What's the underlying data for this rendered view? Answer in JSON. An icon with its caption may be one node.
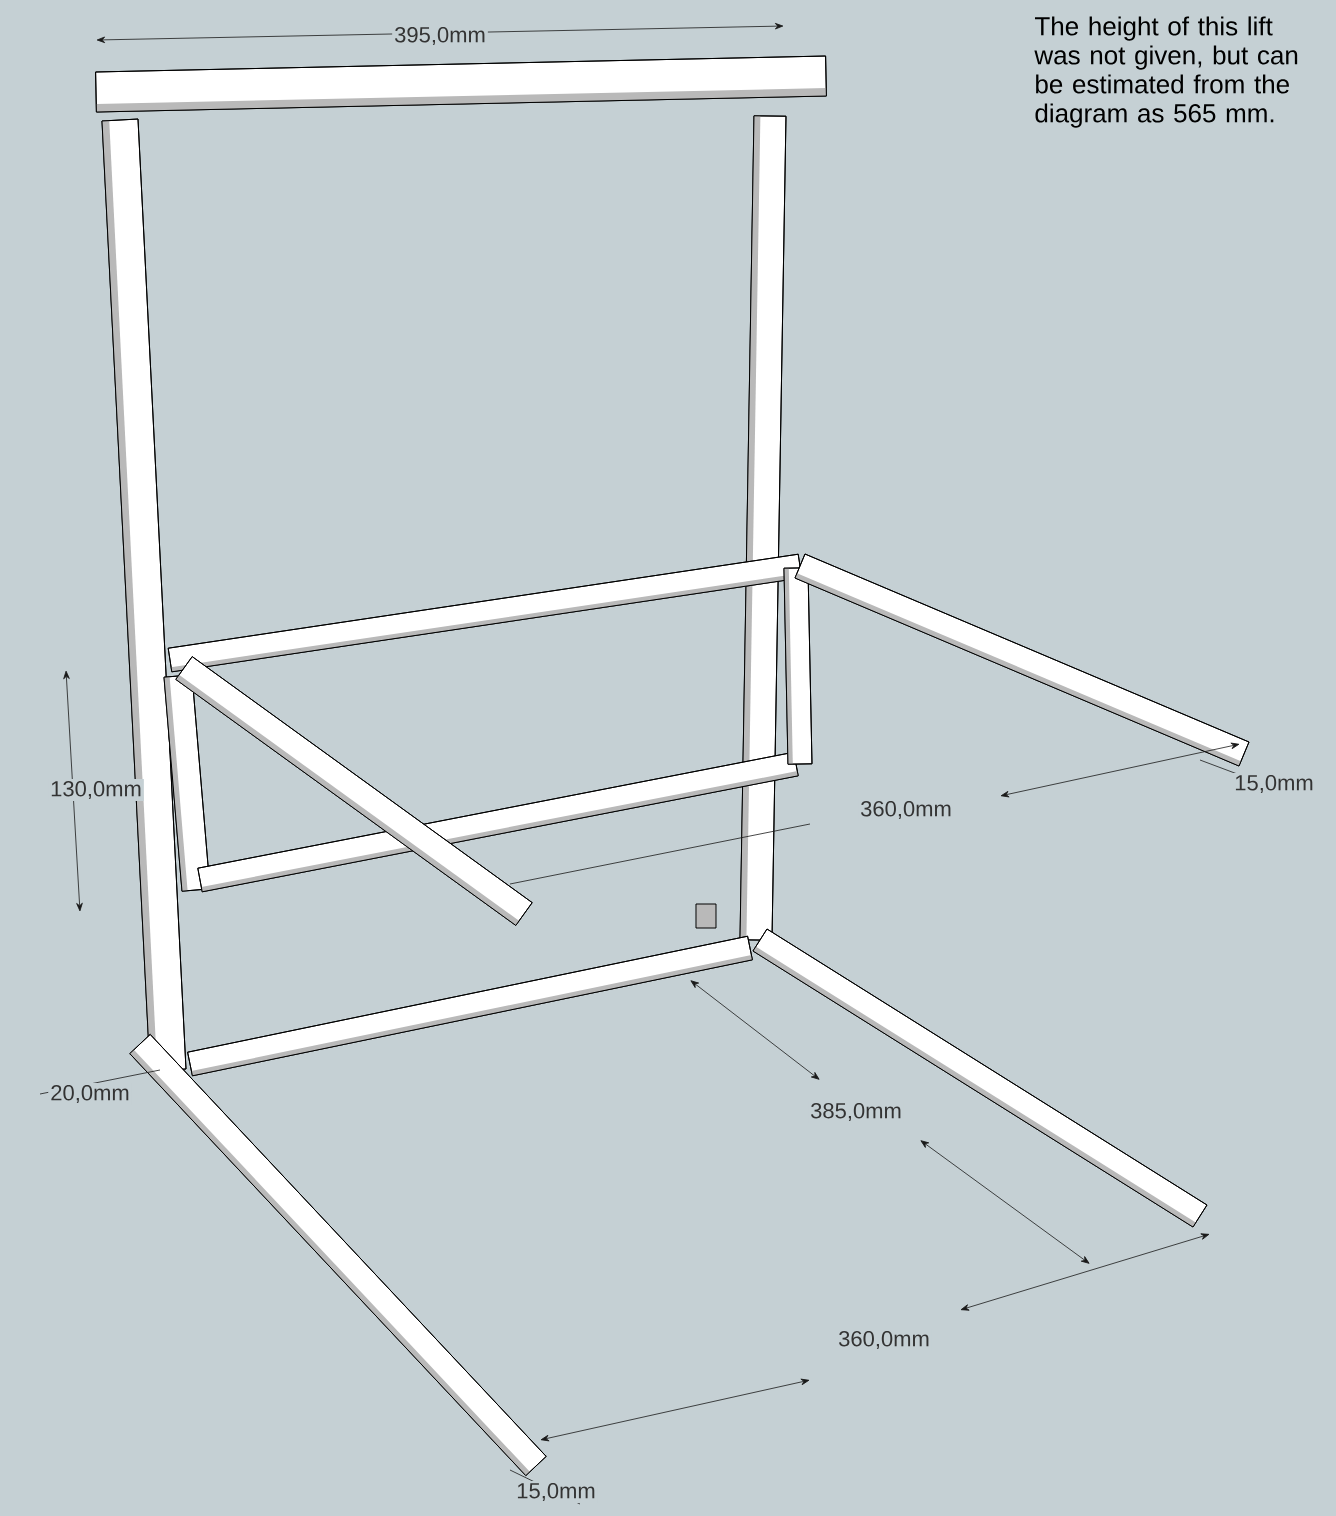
{
  "diagram": {
    "labels": [
      "395,0mm",
      "The height of this lift was not given, but can be estimated from the diagram as 565 mm.",
      "130,0mm",
      "360,0mm",
      "15,0mm",
      "20,0mm",
      "385,0mm",
      "360,0mm",
      "15,0mm"
    ]
  }
}
